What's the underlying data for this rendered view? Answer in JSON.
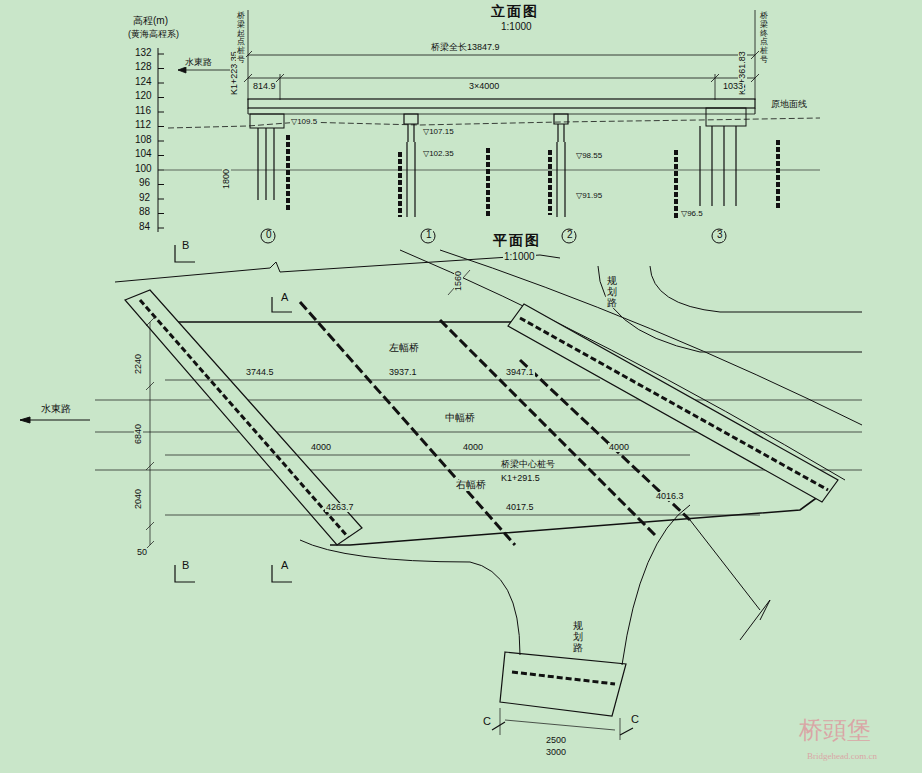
{
  "diagram": {
    "labels": [
      "立面图",
      "1:1000",
      "高程(m)",
      "(黄海高程系)",
      "132",
      "128",
      "124",
      "120",
      "116",
      "112",
      "108",
      "104",
      "100",
      "96",
      "92",
      "88",
      "84",
      "K1+223.35",
      "桥梁起点桩号",
      "K1+361.83",
      "桥梁终点桩号",
      "桥梁全长13847.9",
      "水東路",
      "814.9",
      "3×4000",
      "1033",
      "原地面线",
      "1800",
      "0",
      "1",
      "2",
      "3",
      "平面图",
      "1:1000",
      "B",
      "A",
      "B",
      "A",
      "C",
      "C",
      "水東路",
      "左幅桥",
      "中幅桥",
      "右幅桥",
      "桥梁中心桩号",
      "K1+291.5",
      "3744.5",
      "3937.1",
      "3947.1",
      "4000",
      "4000",
      "4000",
      "4263.7",
      "4017.5",
      "4016.3",
      "2240",
      "6840",
      "2040",
      "50",
      "1560",
      "2500",
      "3000",
      "规划路",
      "规划路",
      "▽109.5",
      "▽107.15",
      "▽102.35",
      "▽98.55",
      "▽91.95",
      "▽96.5",
      "桥頭堡",
      "Bridgehead.com.cn"
    ]
  }
}
